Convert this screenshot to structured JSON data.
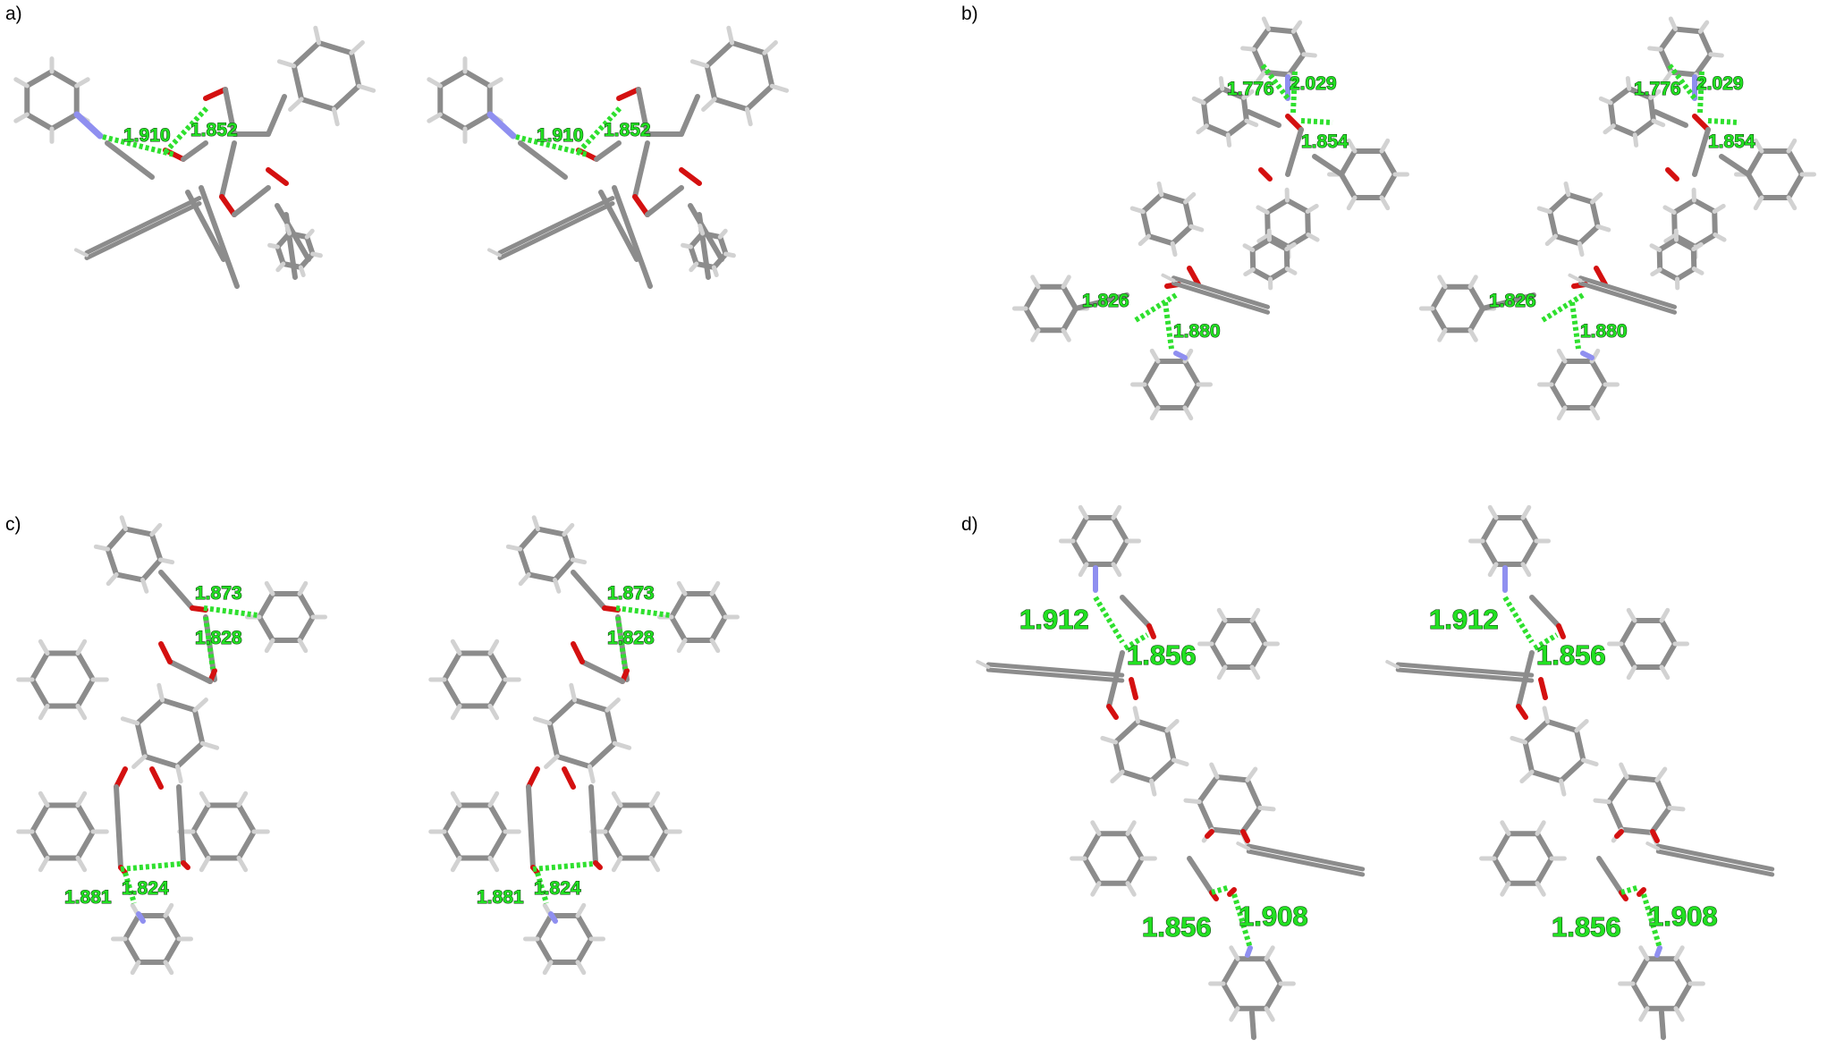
{
  "panels": [
    {
      "id": "a",
      "label": "a)",
      "views": [
        {
          "labels": [
            "1.910",
            "1.852"
          ]
        },
        {
          "labels": [
            "1.910",
            "1.852"
          ]
        }
      ]
    },
    {
      "id": "b",
      "label": "b)",
      "views": [
        {
          "labels": [
            "1.776",
            "2.029",
            "1.854",
            "1.826",
            "1.880"
          ]
        },
        {
          "labels": [
            "1.776",
            "2.029",
            "1.854",
            "1.826",
            "1.880"
          ]
        }
      ]
    },
    {
      "id": "c",
      "label": "c)",
      "views": [
        {
          "labels": [
            "1.873",
            "1.828",
            "1.881",
            "1.824"
          ]
        },
        {
          "labels": [
            "1.873",
            "1.828",
            "1.881",
            "1.824"
          ]
        }
      ]
    },
    {
      "id": "d",
      "label": "d)",
      "views": [
        {
          "labels": [
            "1.912",
            "1.856",
            "1.856",
            "1.908"
          ]
        },
        {
          "labels": [
            "1.912",
            "1.856",
            "1.856",
            "1.908"
          ]
        }
      ]
    }
  ],
  "colors": {
    "carbon_bond": "#8c8c8c",
    "hydrogen_bond": "#d2d2d2",
    "oxygen": "#d41010",
    "nitrogen": "#8f8ff0",
    "hbond_dash": "#2fe02f",
    "label_fill": "#22e022"
  }
}
